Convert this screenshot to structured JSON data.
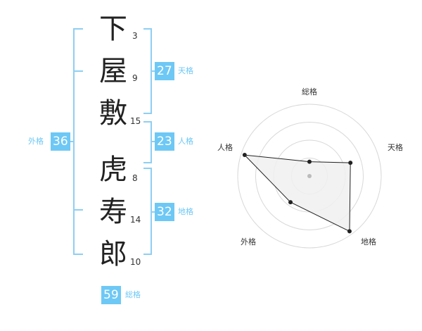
{
  "name_chars": [
    {
      "char": "下",
      "strokes": "3"
    },
    {
      "char": "屋",
      "strokes": "9"
    },
    {
      "char": "敷",
      "strokes": "15"
    },
    {
      "char": "虎",
      "strokes": "8"
    },
    {
      "char": "寿",
      "strokes": "14"
    },
    {
      "char": "郎",
      "strokes": "10"
    }
  ],
  "fortunes": {
    "tenkaku": {
      "value": "27",
      "label": "天格"
    },
    "jinkaku": {
      "value": "23",
      "label": "人格"
    },
    "chikaku": {
      "value": "32",
      "label": "地格"
    },
    "gaikaku": {
      "value": "36",
      "label": "外格"
    },
    "soukaku": {
      "value": "59",
      "label": "総格"
    }
  },
  "chart_data": {
    "type": "radar",
    "axes": [
      "総格",
      "天格",
      "地格",
      "外格",
      "人格"
    ],
    "values": [
      0.2,
      0.6,
      0.95,
      0.45,
      0.95
    ],
    "range": [
      0,
      1
    ],
    "rings": 4,
    "colors": {
      "fill": "#f0f0f0",
      "line": "#222222",
      "grid": "#d8d8d8",
      "center": "#bbbbbb"
    }
  }
}
